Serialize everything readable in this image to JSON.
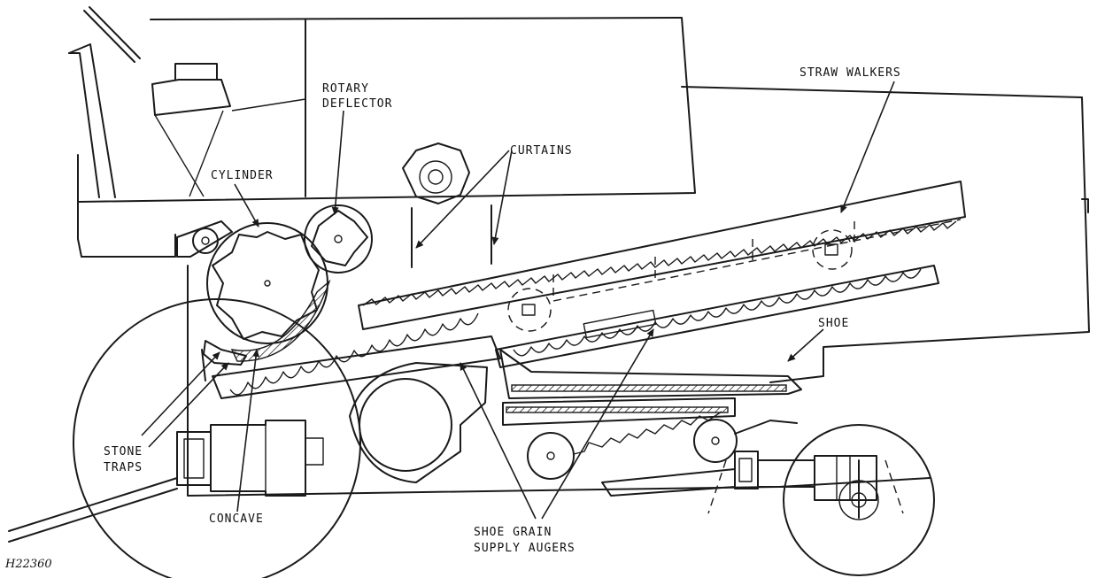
{
  "labels": {
    "straw_walkers": "STRAW WALKERS",
    "rotary_deflector_1": "ROTARY",
    "rotary_deflector_2": "DEFLECTOR",
    "curtains": "CURTAINS",
    "cylinder": "CYLINDER",
    "shoe": "SHOE",
    "stone_traps_1": "STONE",
    "stone_traps_2": "TRAPS",
    "concave": "CONCAVE",
    "shoe_grain_supply_augers_1": "SHOE GRAIN",
    "shoe_grain_supply_augers_2": "SUPPLY AUGERS"
  },
  "figure_id": "H22360"
}
